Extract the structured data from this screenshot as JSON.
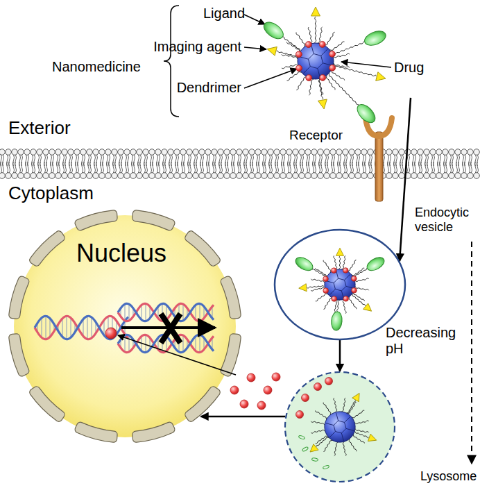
{
  "diagram": {
    "nodes": [
      {
        "text": [
          "Nanomedicine"
        ]
      },
      {
        "text": [
          "Endocytic vesicle"
        ]
      },
      {
        "text": [
          "Lysosome"
        ]
      },
      {
        "text": [
          "Nucleus"
        ]
      }
    ],
    "edges": [
      {
        "from": 0,
        "to": 1,
        "arrow": "to"
      },
      {
        "from": 1,
        "to": 2,
        "label": "Decreasing pH",
        "arrow": "to"
      },
      {
        "from": 2,
        "to": 3,
        "arrow": "to"
      }
    ],
    "labels": [
      "Ligand",
      "Imaging agent",
      "Drug",
      "Dendrimer",
      "Receptor",
      "Exterior",
      "Cytoplasm"
    ]
  }
}
